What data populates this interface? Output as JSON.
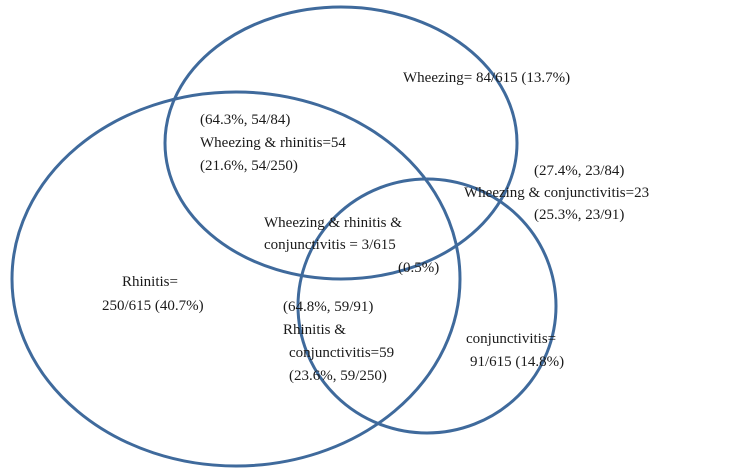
{
  "colors": {
    "circle_stroke": "#3f6a9c",
    "text": "#1a1a1a",
    "background": "#ffffff"
  },
  "sets": {
    "wheezing": {
      "label": "Wheezing= 84/615 (13.7%)"
    },
    "rhinitis": {
      "lines": [
        "Rhinitis=",
        "250/615 (40.7%)"
      ]
    },
    "conjunctivitis": {
      "lines": [
        "conjunctivitis=",
        "91/615 (14.8%)"
      ]
    }
  },
  "overlaps": {
    "wheezing_rhinitis": [
      "(64.3%, 54/84)",
      "Wheezing & rhinitis=54",
      "(21.6%, 54/250)"
    ],
    "wheezing_conjunctivitis": [
      "(27.4%, 23/84)",
      "Wheezing & conjunctivitis=23",
      "(25.3%, 23/91)"
    ],
    "rhinitis_conjunctivitis": [
      "(64.8%, 59/91)",
      "Rhinitis &",
      "conjunctivitis=59",
      "(23.6%, 59/250)"
    ],
    "all_three": [
      "Wheezing & rhinitis &",
      "conjunctivitis = 3/615",
      "(0.5%)"
    ]
  }
}
